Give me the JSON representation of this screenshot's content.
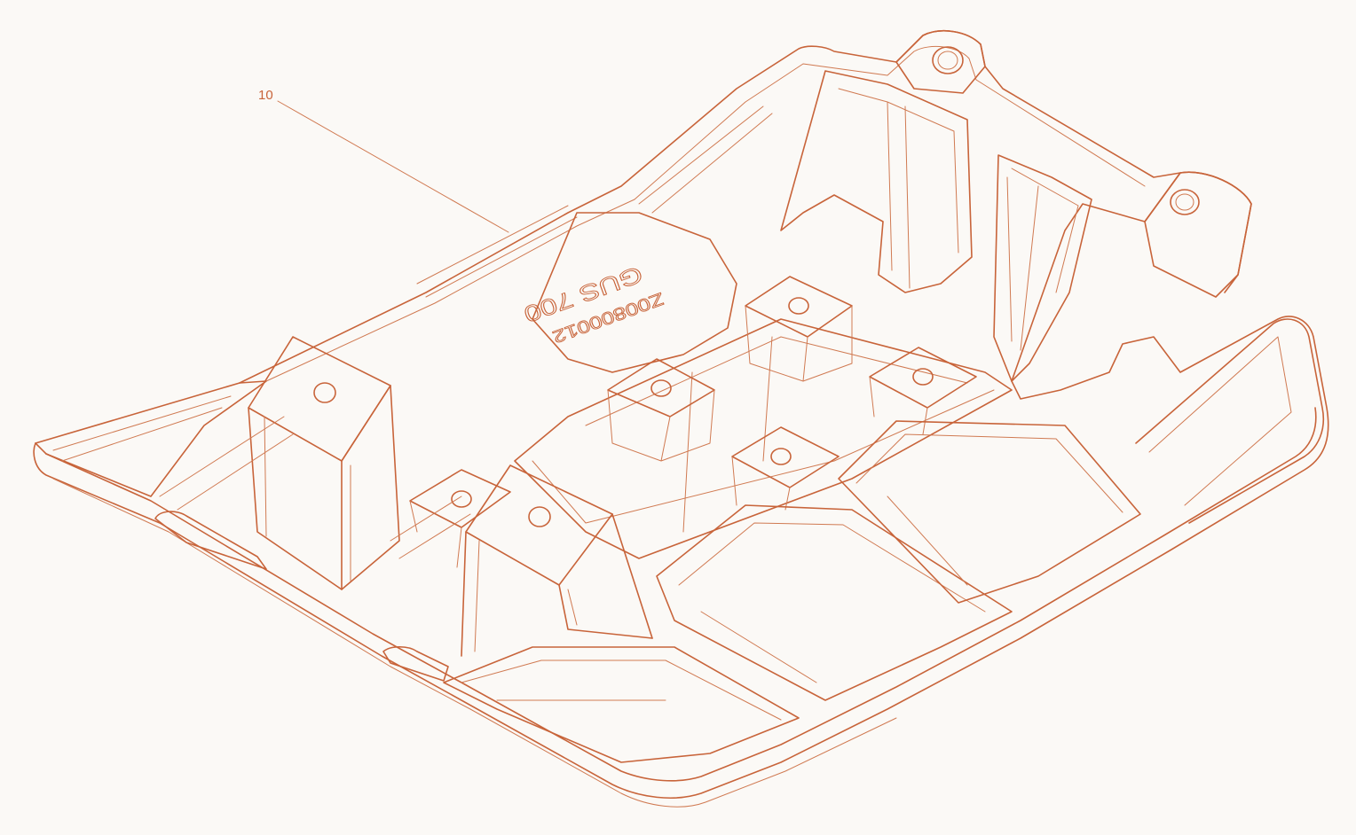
{
  "callout": {
    "label": "10"
  },
  "embossed_marks": {
    "model": "GUS 700",
    "code": "Z00800012"
  },
  "colors": {
    "line": "#c8643a",
    "background": "#fbf9f6"
  }
}
